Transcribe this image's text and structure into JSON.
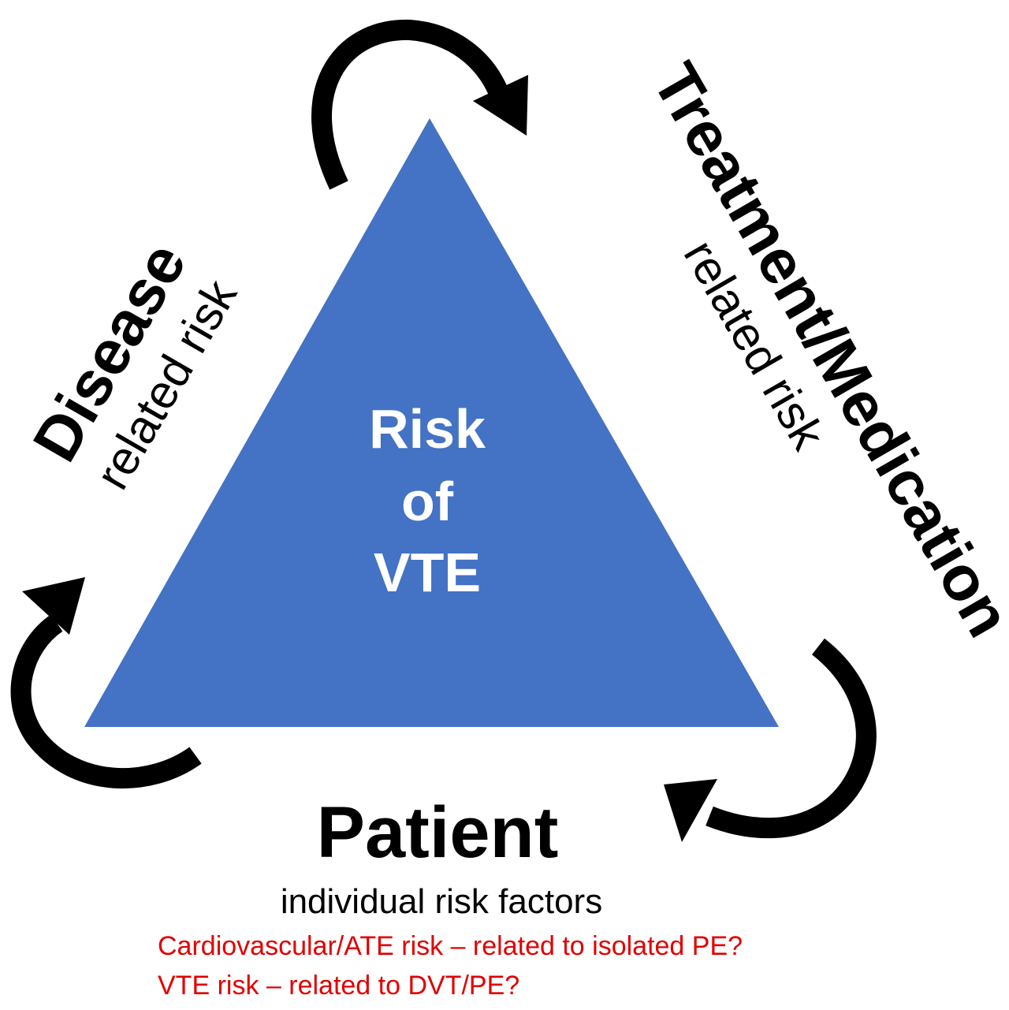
{
  "colors": {
    "triangle": "#4472C4",
    "arrow": "#000000",
    "note": "#E00000",
    "text": "#000000",
    "center_text": "#FFFFFF"
  },
  "center": {
    "line1": "Risk",
    "line2": "of",
    "line3": "VTE"
  },
  "disease": {
    "title": "Disease",
    "subtitle": "related risk"
  },
  "treatment": {
    "title": "Treatment/Medication",
    "subtitle": "related risk"
  },
  "patient": {
    "title": "Patient",
    "subtitle": "individual risk factors"
  },
  "notes": [
    "Cardiovascular/ATE risk – related to isolated PE?",
    "VTE risk – related to DVT/PE?"
  ]
}
